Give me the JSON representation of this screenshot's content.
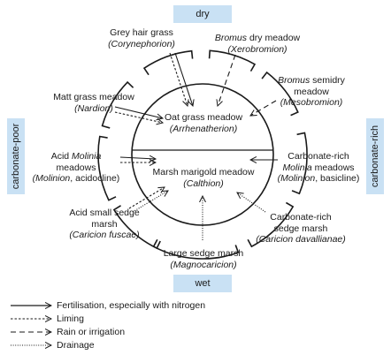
{
  "axes": {
    "top": "dry",
    "bottom": "wet",
    "left": "carbonate-poor",
    "right": "carbonate-rich"
  },
  "center": {
    "upper": {
      "name": "Oat grass meadow",
      "latin": "(Arrhenatherion)"
    },
    "lower": {
      "name": "Marsh marigold meadow",
      "latin": "(Calthion)"
    }
  },
  "communities": {
    "grey_hair": {
      "l1": "Grey hair grass",
      "l2": "(Corynephorion)"
    },
    "bromus_dry": {
      "l1a": "Bromus",
      "l1b": " dry meadow",
      "l2": "(Xerobromion)"
    },
    "bromus_semidry": {
      "l1": "Bromus",
      "l1b": " semidry",
      "l2": "meadow",
      "l3": "(Mesobromion)"
    },
    "matt_grass": {
      "l1": "Matt grass meadow",
      "l2": "(Nardion)"
    },
    "acid_molinia": {
      "l1a": "Acid ",
      "l1b": "Molinia",
      "l2": "meadows",
      "l3": "(Molinion",
      "l3b": ", acidocline)"
    },
    "carb_molinia": {
      "l1": "Carbonate-rich",
      "l2": "Molinia",
      "l2b": " meadows",
      "l3": "(Molinion",
      "l3b": ", basicline)"
    },
    "acid_sedge": {
      "l1": "Acid small sedge",
      "l2": "marsh",
      "l3": "(Caricion fuscae)"
    },
    "carb_sedge": {
      "l1": "Carbonate-rich",
      "l2": "sedge marsh",
      "l3": "(Caricion davallianae)"
    },
    "large_sedge": {
      "l1": "Large sedge marsh",
      "l2": "(Magnocaricion)"
    }
  },
  "legend": [
    {
      "style": "solid",
      "label": "Fertilisation, especially with nitrogen"
    },
    {
      "style": "short-dash",
      "label": "Liming"
    },
    {
      "style": "long-dash",
      "label": "Rain or irrigation"
    },
    {
      "style": "dotted",
      "label": "Drainage"
    }
  ]
}
